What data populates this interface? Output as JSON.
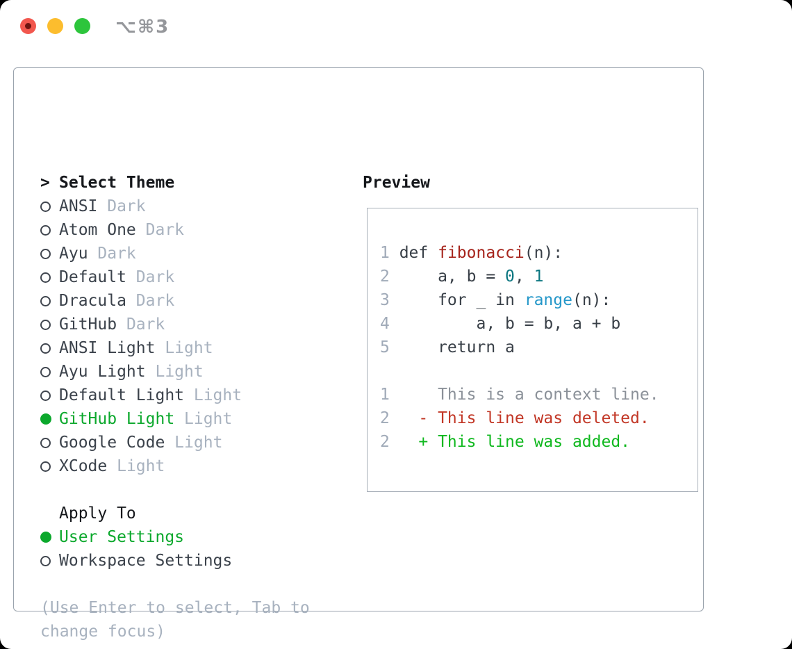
{
  "titlebar": {
    "shortcut": "⌥⌘3"
  },
  "colors": {
    "accent_green": "#0ba82c",
    "muted_gray": "#a8b2bf",
    "text_dark": "#3b424b",
    "heading_black": "#15171b",
    "panel_border": "#9aa3ad",
    "preview_border": "#a8afb9",
    "traffic_red": "#f2574e",
    "traffic_yellow": "#fcbd2e",
    "traffic_green": "#2dc53c",
    "syntax_function_red": "#a6241c",
    "syntax_number_teal": "#0b7680",
    "syntax_builtin_blue": "#2497c9",
    "diff_deleted_red": "#c23726",
    "diff_added_green": "#10b81f",
    "diff_context_gray": "#8b9199"
  },
  "left": {
    "prompt": ">",
    "title": "Select Theme",
    "themes": [
      {
        "name": "ANSI",
        "variant": "Dark",
        "selected": false
      },
      {
        "name": "Atom One",
        "variant": "Dark",
        "selected": false
      },
      {
        "name": "Ayu",
        "variant": "Dark",
        "selected": false
      },
      {
        "name": "Default",
        "variant": "Dark",
        "selected": false
      },
      {
        "name": "Dracula",
        "variant": "Dark",
        "selected": false
      },
      {
        "name": "GitHub",
        "variant": "Dark",
        "selected": false
      },
      {
        "name": "ANSI Light",
        "variant": "Light",
        "selected": false
      },
      {
        "name": "Ayu Light",
        "variant": "Light",
        "selected": false
      },
      {
        "name": "Default Light",
        "variant": "Light",
        "selected": false
      },
      {
        "name": "GitHub Light",
        "variant": "Light",
        "selected": true
      },
      {
        "name": "Google Code",
        "variant": "Light",
        "selected": false
      },
      {
        "name": "XCode",
        "variant": "Light",
        "selected": false
      }
    ],
    "apply_to": {
      "title": "Apply To",
      "options": [
        {
          "label": "User Settings",
          "selected": true
        },
        {
          "label": "Workspace Settings",
          "selected": false
        }
      ]
    },
    "hint_lines": [
      "(Use Enter to select, Tab to",
      "change focus)"
    ]
  },
  "preview": {
    "title": "Preview",
    "lines": [
      {
        "num": "1",
        "segs": [
          {
            "c": "plain",
            "t": " def "
          },
          {
            "c": "func",
            "t": "fibonacci"
          },
          {
            "c": "plain",
            "t": "(n):"
          }
        ]
      },
      {
        "num": "2",
        "segs": [
          {
            "c": "plain",
            "t": "     a, b = "
          },
          {
            "c": "num",
            "t": "0"
          },
          {
            "c": "plain",
            "t": ", "
          },
          {
            "c": "num",
            "t": "1"
          }
        ]
      },
      {
        "num": "3",
        "segs": [
          {
            "c": "plain",
            "t": "     for _ in "
          },
          {
            "c": "builtin",
            "t": "range"
          },
          {
            "c": "plain",
            "t": "(n):"
          }
        ]
      },
      {
        "num": "4",
        "segs": [
          {
            "c": "plain",
            "t": "         a, b = b, a + b"
          }
        ]
      },
      {
        "num": "5",
        "segs": [
          {
            "c": "plain",
            "t": "     return a"
          }
        ]
      },
      {
        "num": "",
        "segs": []
      },
      {
        "num": "1",
        "segs": [
          {
            "c": "ctx",
            "t": "     This is a context line."
          }
        ]
      },
      {
        "num": "2",
        "segs": [
          {
            "c": "del",
            "t": "   - This line was deleted."
          }
        ]
      },
      {
        "num": "2",
        "segs": [
          {
            "c": "add",
            "t": "   + This line was added."
          }
        ]
      }
    ]
  }
}
